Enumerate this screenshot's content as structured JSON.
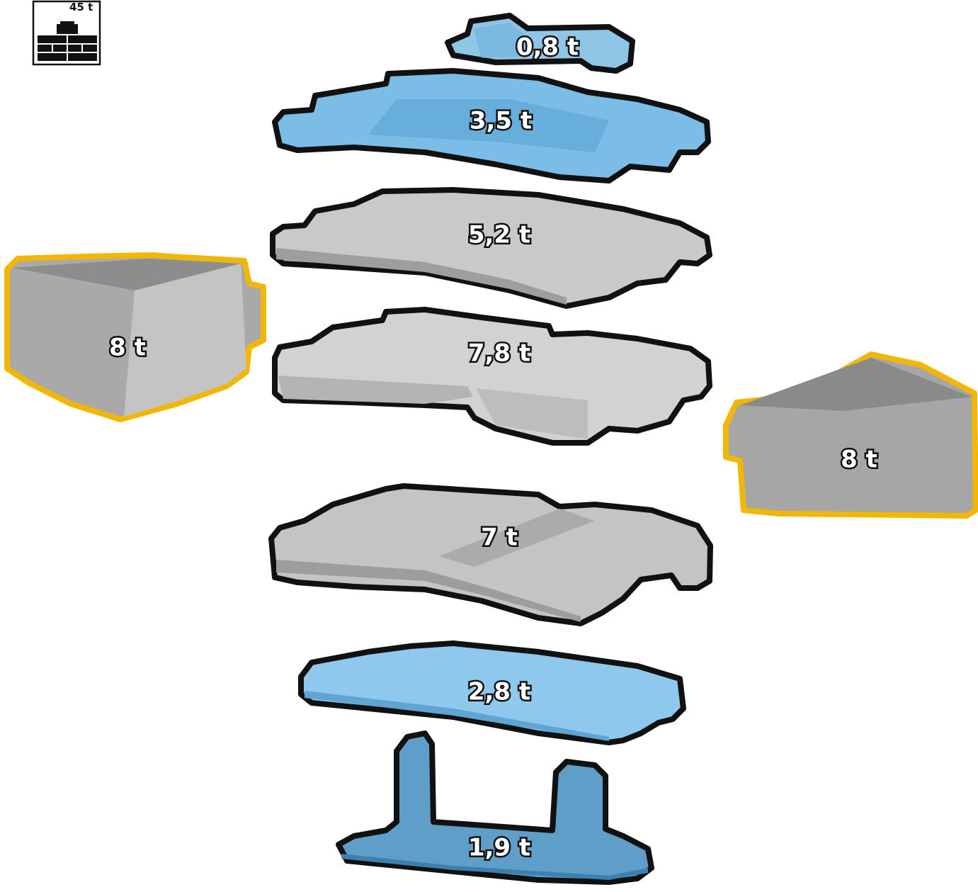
{
  "badge": {
    "total": "45 t"
  },
  "weights": [
    {
      "id": "top-plate",
      "label": "0,8 t",
      "color": "#8fc6e8"
    },
    {
      "id": "plate-2",
      "label": "3,5 t",
      "color": "#7bbde6"
    },
    {
      "id": "plate-3",
      "label": "5,2 t",
      "color": "#c9c9c9"
    },
    {
      "id": "plate-4",
      "label": "7,8 t",
      "color": "#d2d2d2"
    },
    {
      "id": "plate-5",
      "label": "7 t",
      "color": "#c4c4c4"
    },
    {
      "id": "plate-6",
      "label": "2,8 t",
      "color": "#8ec8ec"
    },
    {
      "id": "base-frame",
      "label": "1,9 t",
      "color": "#5e9ec9"
    },
    {
      "id": "side-left",
      "label": "8 t",
      "color": "#a9a9a9"
    },
    {
      "id": "side-right",
      "label": "8 t",
      "color": "#a6a6a6"
    }
  ],
  "colors": {
    "outline": "#111111",
    "highlight": "#f2b705",
    "blue": "#7bbde6",
    "grey": "#c6c6c6"
  }
}
